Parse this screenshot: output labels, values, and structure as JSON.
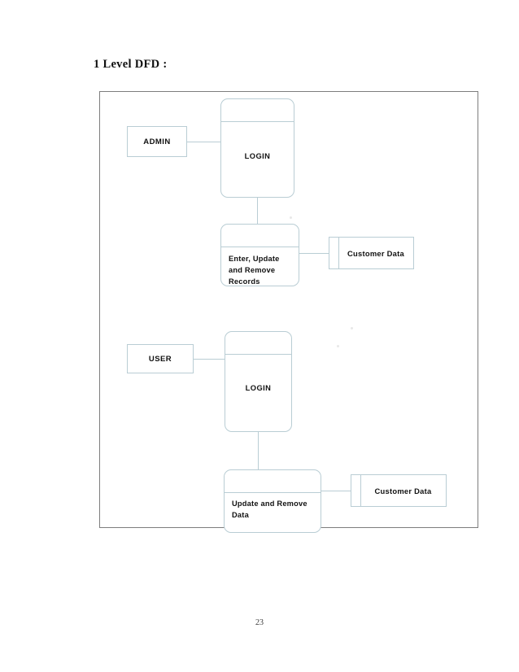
{
  "document": {
    "heading": "1 Level DFD :",
    "page_number": "23"
  },
  "theme": {
    "shape_stroke": "#b9cdd4",
    "frame_stroke": "#7d7d7d",
    "text_color": "#111111",
    "background": "#ffffff"
  },
  "diagram": {
    "type": "data-flow-diagram",
    "level": "1",
    "flows": [
      {
        "id": "admin-flow",
        "entity": "ADMIN",
        "process": "LOGIN",
        "subprocess": "Enter, Update and Remove Records",
        "datastore": "Customer Data"
      },
      {
        "id": "user-flow",
        "entity": "USER",
        "process": "LOGIN",
        "subprocess": "Update and Remove Data",
        "datastore": "Customer Data"
      }
    ],
    "nodes": {
      "admin_entity": "ADMIN",
      "admin_login": "LOGIN",
      "admin_records_process": "Enter, Update and Remove Records",
      "admin_customer_data": "Customer Data",
      "user_entity": "USER",
      "user_login": "LOGIN",
      "user_update_process": "Update and Remove Data",
      "user_customer_data": "Customer Data"
    }
  }
}
